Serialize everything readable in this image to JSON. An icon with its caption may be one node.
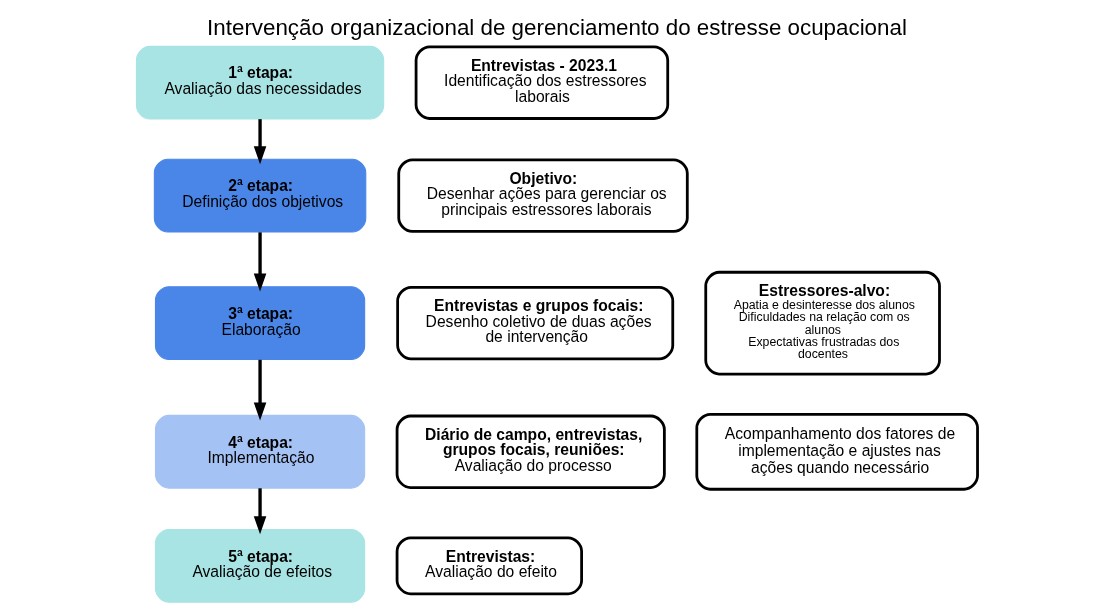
{
  "diagram": {
    "title": "Intervenção organizacional de gerenciamento do estresse ocupacional",
    "nodes": [
      {
        "text": [
          "1ª etapa:",
          "Avaliação das necessidades"
        ]
      },
      {
        "text": [
          "Entrevistas - 2023.1",
          "Identificação dos estressores laborais"
        ]
      },
      {
        "text": [
          "Objetivo:",
          "Desenhar ações para gerenciar os principais estressores laborais"
        ]
      },
      {
        "text": [
          "2ª etapa:",
          "Definição dos objetivos"
        ]
      },
      {
        "text": [
          "Entrevistas e grupos focais:",
          "Desenho coletivo de duas ações de intervenção"
        ]
      },
      {
        "text": [
          "Estressores-alvo:",
          "Apatia e desinteresse dos alunos",
          "Dificuldades na relação com os alunos",
          "Expectativas frustradas dos docentes"
        ]
      },
      {
        "text": [
          "3ª etapa:",
          "Elaboração"
        ]
      },
      {
        "text": [
          "4ª etapa:",
          "Implementação"
        ]
      },
      {
        "text": [
          "Diário de campo, entrevistas, grupos focais, reuniões:",
          "Avaliação do processo"
        ]
      },
      {
        "text": [
          "Acompanhamento dos fatores de implementação e ajustes nas ações quando necessário"
        ]
      },
      {
        "text": [
          "5ª etapa:",
          "Avaliação de efeitos"
        ]
      },
      {
        "text": [
          "Entrevistas:",
          "Avaliação do efeito"
        ]
      }
    ],
    "edges": [
      {
        "from": 0,
        "to": 3,
        "arrow": "to"
      },
      {
        "from": 3,
        "to": 6,
        "arrow": "to"
      },
      {
        "from": 6,
        "to": 7,
        "arrow": "to"
      },
      {
        "from": 7,
        "to": 10,
        "arrow": "to"
      }
    ]
  }
}
